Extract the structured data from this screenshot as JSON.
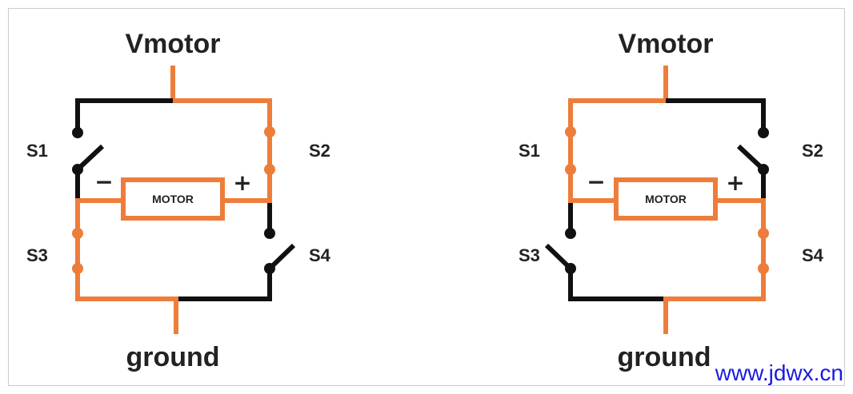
{
  "colors": {
    "active": "#ee7d3b",
    "inactive": "#111111",
    "text": "#222222",
    "watermark": "#1a1ae0"
  },
  "left_circuit": {
    "supply_label": "Vmotor",
    "ground_label": "ground",
    "switches": {
      "s1": "S1",
      "s2": "S2",
      "s3": "S3",
      "s4": "S4"
    },
    "closed_switches": [
      "S2",
      "S3"
    ],
    "motor": {
      "label": "MOTOR",
      "left_terminal": "−",
      "right_terminal": "+"
    }
  },
  "right_circuit": {
    "supply_label": "Vmotor",
    "ground_label": "ground",
    "switches": {
      "s1": "S1",
      "s2": "S2",
      "s3": "S3",
      "s4": "S4"
    },
    "closed_switches": [
      "S1",
      "S4"
    ],
    "motor": {
      "label": "MOTOR",
      "left_terminal": "−",
      "right_terminal": "+"
    }
  },
  "watermark": "www.jdwx.cn"
}
